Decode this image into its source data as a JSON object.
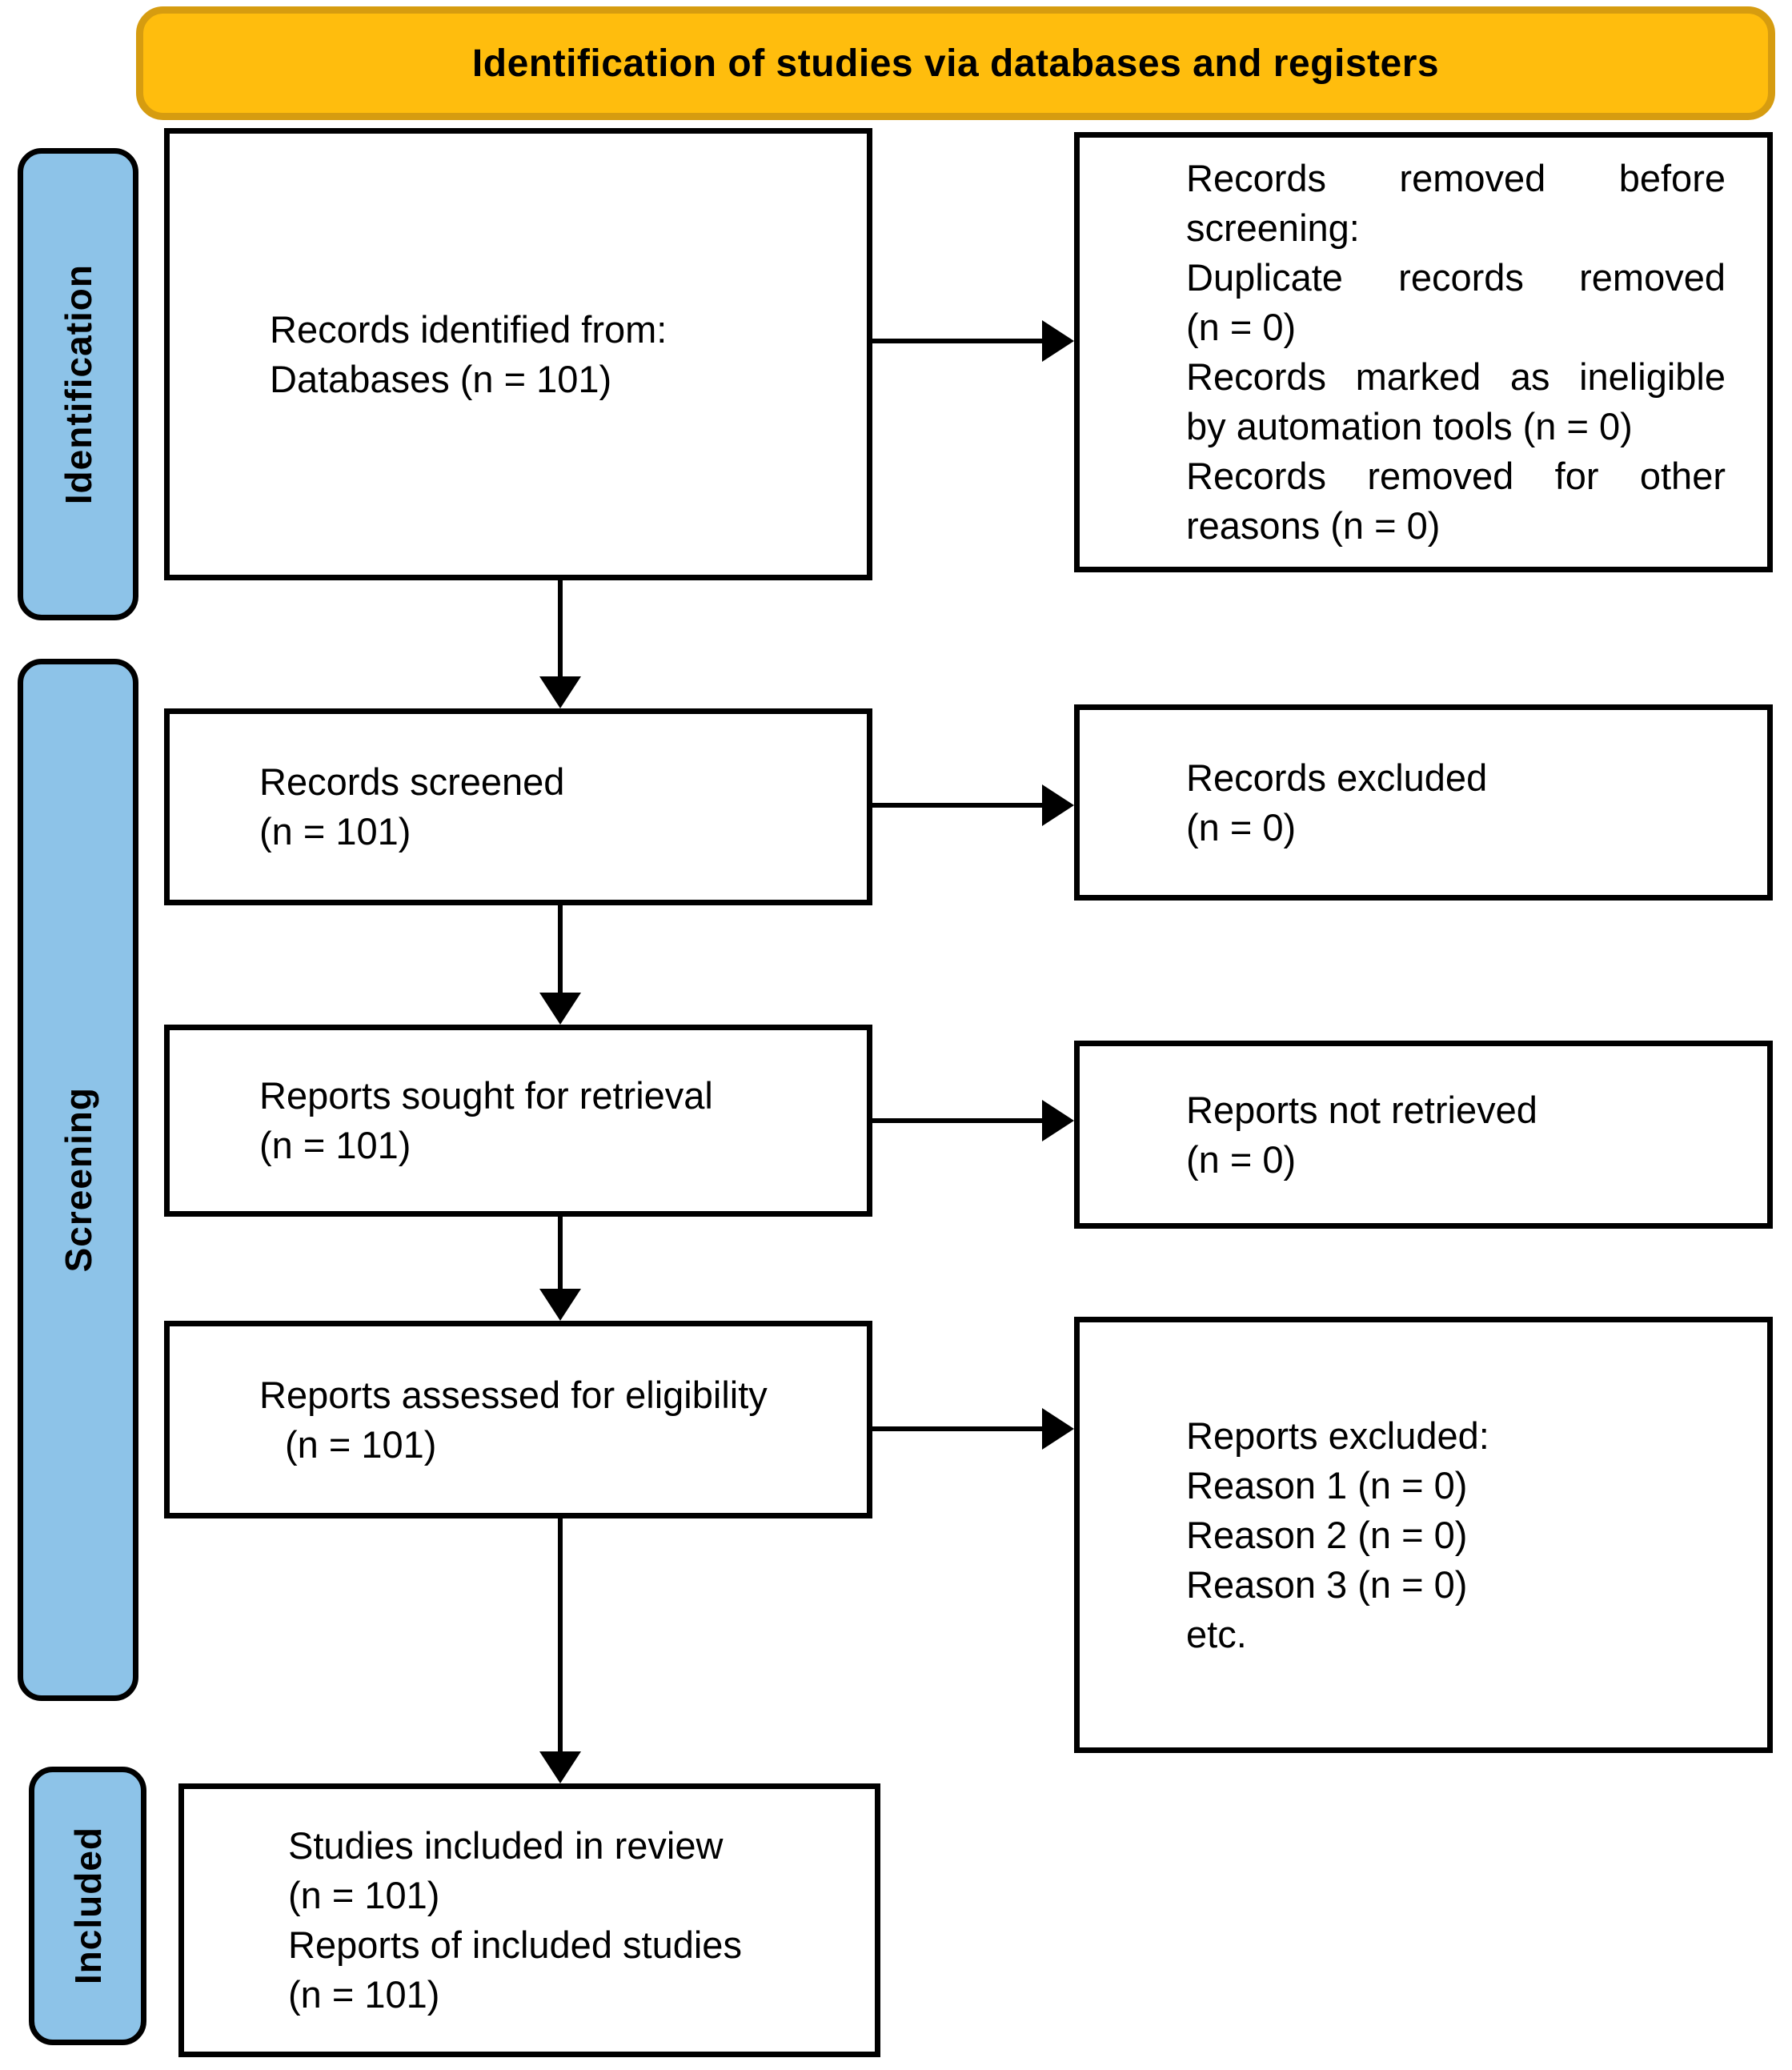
{
  "header": {
    "title": "Identification of studies via databases and registers"
  },
  "stages": [
    {
      "label": "Identification"
    },
    {
      "label": "Screening"
    },
    {
      "label": "Included"
    }
  ],
  "boxes": {
    "records_identified": {
      "lines": [
        {
          "t": "Records identified from:"
        },
        {
          "t": "Databases (n = 101)"
        }
      ]
    },
    "records_removed": {
      "lines": [
        {
          "t": "Records removed before"
        },
        {
          "t": "screening:"
        },
        {
          "t": "Duplicate records removed"
        },
        {
          "t": "(n = 0)"
        },
        {
          "t": "Records marked as ineligible"
        },
        {
          "t": "by automation tools (n = 0)"
        },
        {
          "t": "Records removed for other"
        },
        {
          "t": "reasons (n = 0)"
        }
      ]
    },
    "records_screened": {
      "lines": [
        {
          "t": "Records screened"
        },
        {
          "t": "(n = 101)"
        }
      ]
    },
    "records_excluded": {
      "lines": [
        {
          "t": "Records excluded"
        },
        {
          "t": "(n = 0)"
        }
      ]
    },
    "reports_sought": {
      "lines": [
        {
          "t": "Reports sought for retrieval"
        },
        {
          "t": "(n = 101)"
        }
      ]
    },
    "reports_not_retrieved": {
      "lines": [
        {
          "t": "Reports not retrieved"
        },
        {
          "t": "(n = 0)"
        }
      ]
    },
    "reports_assessed": {
      "lines": [
        {
          "t": "Reports assessed for eligibility"
        },
        {
          "t": "(n = 101)"
        }
      ]
    },
    "reports_excluded": {
      "lines": [
        {
          "t": "Reports excluded:"
        },
        {
          "t": "Reason 1 (n = 0)"
        },
        {
          "t": "Reason 2 (n = 0)"
        },
        {
          "t": "Reason 3 (n = 0)"
        },
        {
          "t": "etc."
        }
      ]
    },
    "studies_included": {
      "lines": [
        {
          "t": "Studies included in review"
        },
        {
          "t": "(n = 101)"
        },
        {
          "t": "Reports of included studies"
        },
        {
          "t": "(n = 101)"
        }
      ]
    }
  },
  "colors": {
    "header_fill": "#FFBD0D",
    "header_border": "#D69C10",
    "stage_fill": "#8DC3E8",
    "box_border": "#000000"
  }
}
